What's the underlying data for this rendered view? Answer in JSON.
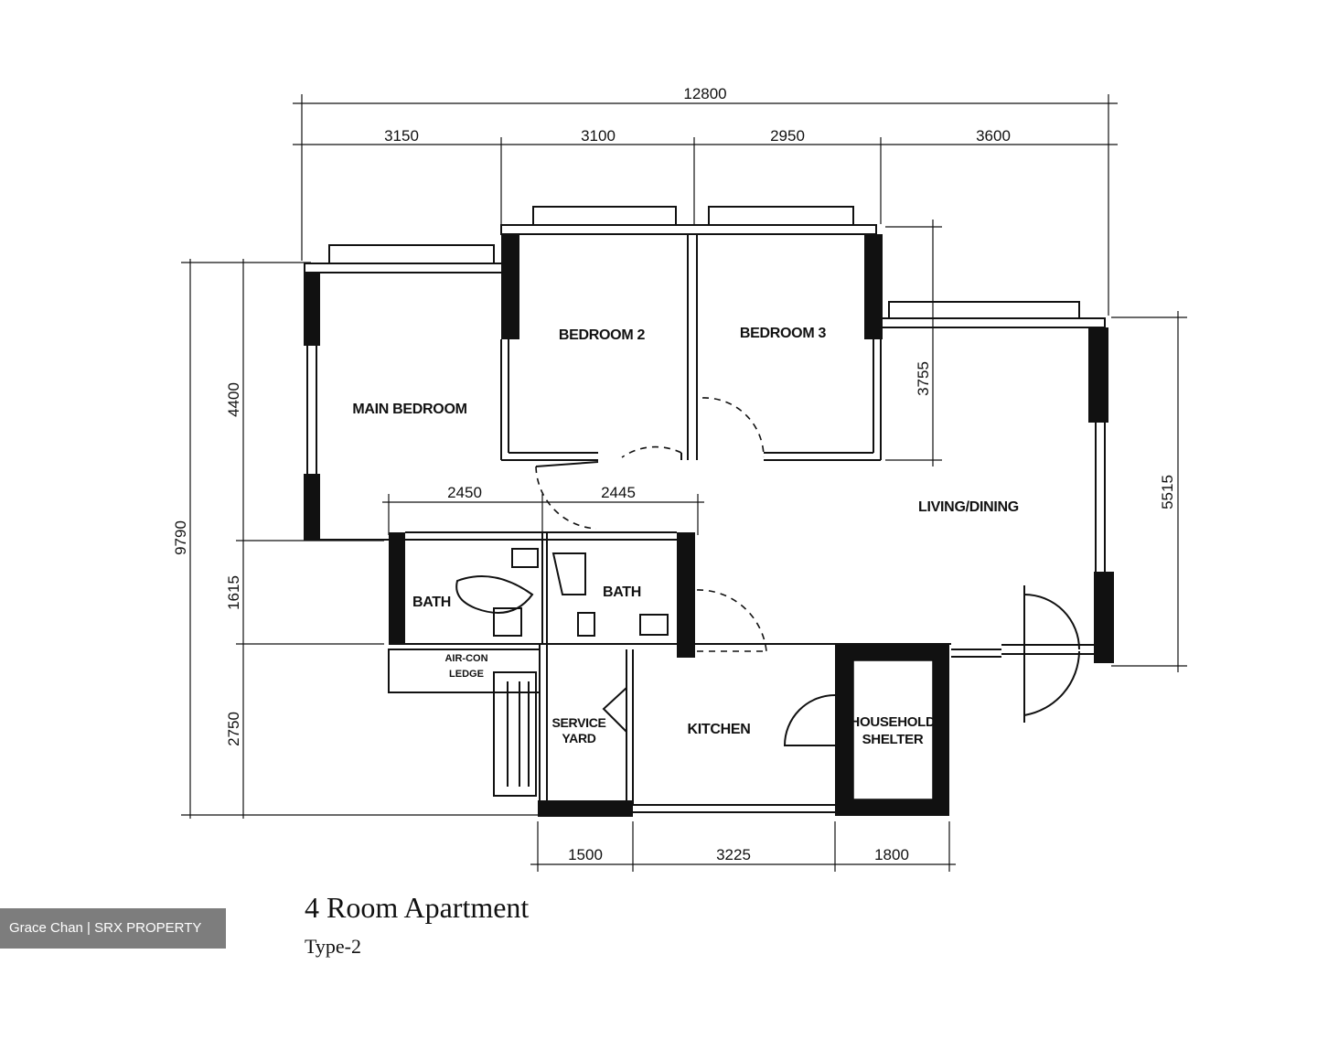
{
  "title": "4 Room Apartment",
  "subtitle": "Type-2",
  "watermark": "Grace Chan | SRX PROPERTY",
  "dimensions": {
    "overall_width": "12800",
    "top_segments": [
      "3150",
      "3100",
      "2950",
      "3600"
    ],
    "left_overall": "9790",
    "left_segments": [
      "4400",
      "1615",
      "2750"
    ],
    "right_total": "5515",
    "living_depth": "3755",
    "bath_segments": [
      "2450",
      "2445"
    ],
    "bottom_segments": [
      "1500",
      "3225",
      "1800"
    ]
  },
  "rooms": {
    "main_bedroom": "MAIN  BEDROOM",
    "bedroom2": "BEDROOM  2",
    "bedroom3": "BEDROOM  3",
    "living_dining": "LIVING/DINING",
    "bath1": "BATH",
    "bath2": "BATH",
    "aircon_line1": "AIR-CON",
    "aircon_line2": "LEDGE",
    "service_line1": "SERVICE",
    "service_line2": "YARD",
    "kitchen": "KITCHEN",
    "shelter_line1": "HOUSEHOLD",
    "shelter_line2": "SHELTER"
  }
}
